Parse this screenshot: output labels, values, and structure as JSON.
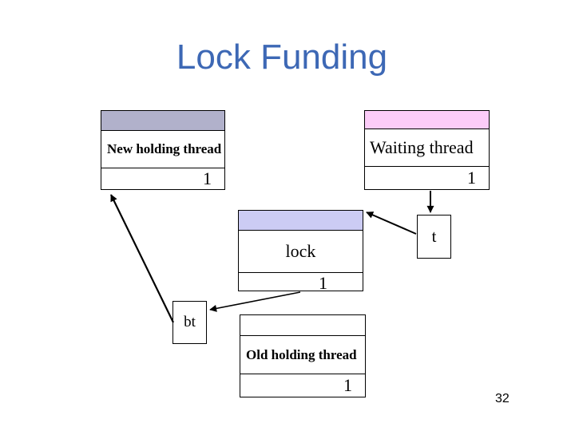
{
  "slide": {
    "title": "Lock Funding",
    "page_number": "32"
  },
  "colors": {
    "title_blue": "#3d68b5",
    "new_header": "#b1b1cb",
    "waiting_header": "#fcccf8",
    "lock_header": "#ccccf4",
    "old_header": "#ffffff"
  },
  "boxes": {
    "new_thread": {
      "label": "New holding thread",
      "value": "1"
    },
    "waiting_thread": {
      "label": "Waiting thread",
      "value": "1"
    },
    "lock": {
      "label": "lock",
      "value": "1"
    },
    "old_thread": {
      "label": "Old holding thread",
      "value": "1"
    },
    "t": {
      "label": "t"
    },
    "bt": {
      "label": "bt"
    }
  },
  "arrows": [
    {
      "from": "bt",
      "to": "new_thread"
    },
    {
      "from": "lock_value",
      "to": "bt"
    },
    {
      "from": "waiting_thread",
      "to": "t"
    },
    {
      "from": "t",
      "to": "lock"
    }
  ]
}
